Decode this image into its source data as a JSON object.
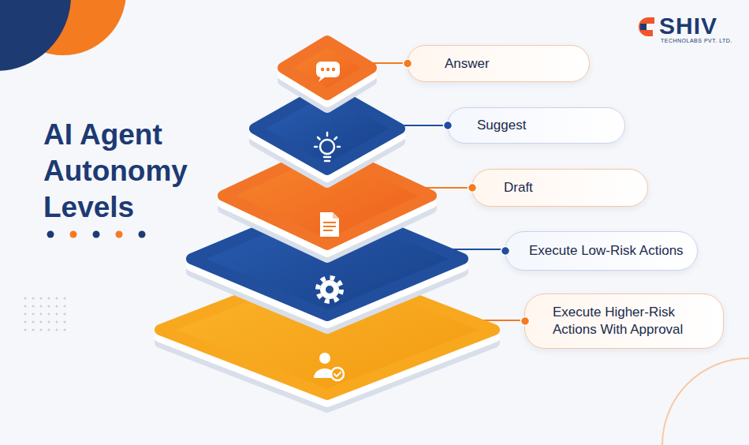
{
  "diagram": {
    "title": "AI Agent Autonomy Levels",
    "nodes": [
      {
        "text": [
          "Answer"
        ]
      },
      {
        "text": [
          "Suggest"
        ]
      },
      {
        "text": [
          "Draft"
        ]
      },
      {
        "text": [
          "Execute Low-Risk Actions"
        ]
      },
      {
        "text": [
          "Execute Higher-Risk Actions With Approval"
        ]
      }
    ],
    "labels": [
      "SHIV",
      "TECHNOLABS PVT. LTD."
    ]
  }
}
